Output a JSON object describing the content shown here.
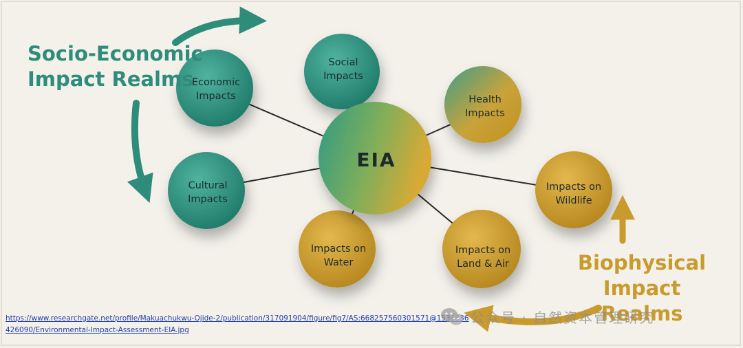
{
  "realms": {
    "socio_economic": "Socio-Economic\nImpact Realms",
    "biophysical": "Biophysical\nImpact Realms"
  },
  "nodes": {
    "center": "EIA",
    "economic": "Economic\nImpacts",
    "social": "Social\nImpacts",
    "health": "Health\nImpacts",
    "cultural": "Cultural\nImpacts",
    "wildlife": "Impacts on\nWildlife",
    "water": "Impacts on\nWater",
    "land_air": "Impacts on\nLand & Air"
  },
  "source_url": "https://www.researchgate.net/profile/Makuachukwu-Ojide-2/publication/317091904/figure/fig7/AS:668257560301571@1536336426090/Environmental-Impact-Assessment-EIA.jpg",
  "watermark": "公众号 · 自然资本管理研究",
  "colors": {
    "teal": "#2e8c7a",
    "gold": "#c99a2c",
    "background": "#f3f1ea"
  }
}
